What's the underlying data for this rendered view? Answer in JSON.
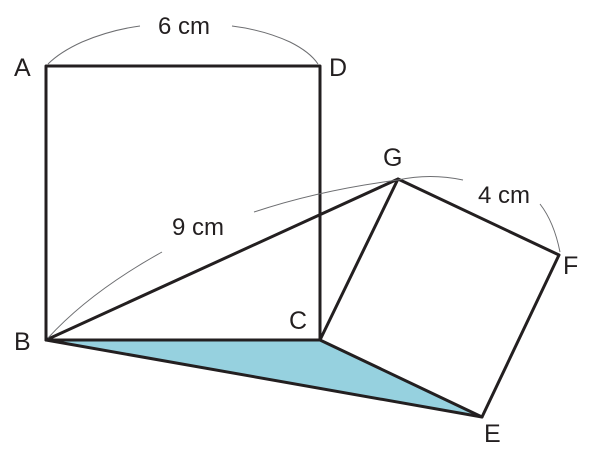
{
  "colors": {
    "shaded_triangle": "#96d1df",
    "line": "#231f20",
    "arc": "#6d6e71"
  },
  "points": {
    "A": "A",
    "B": "B",
    "C": "C",
    "D": "D",
    "E": "E",
    "F": "F",
    "G": "G"
  },
  "measurements": {
    "ad": "6 cm",
    "bg": "9 cm",
    "gf": "4 cm"
  }
}
